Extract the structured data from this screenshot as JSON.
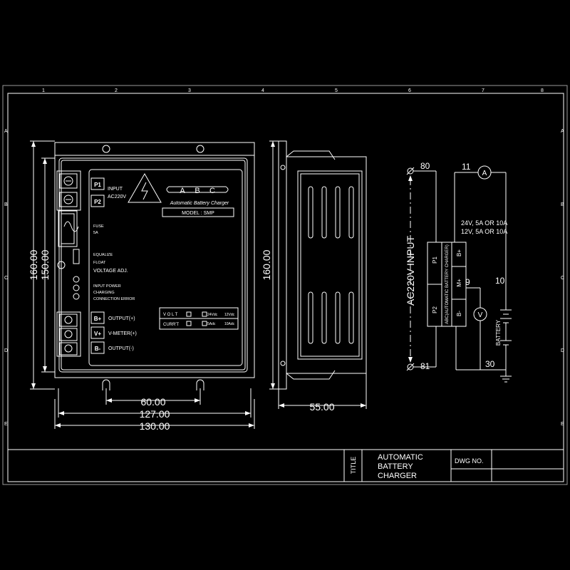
{
  "sheet": {
    "col_markers": [
      "1",
      "2",
      "3",
      "4",
      "5",
      "6",
      "7",
      "8"
    ],
    "row_markers": [
      "A",
      "B",
      "C",
      "D",
      "E"
    ]
  },
  "front_view": {
    "terminals": [
      "P1",
      "P2",
      "B+",
      "V+",
      "B-"
    ],
    "input_label": "INPUT",
    "input_voltage": "AC220V",
    "brand_letters": [
      "A",
      "B",
      "C"
    ],
    "product_name": "Automatic Battery Charger",
    "model": "MODEL : SMP",
    "fuse_label": "FUSE",
    "fuse_value": "5A",
    "equalize": "EQUALIZE",
    "float": "FLOAT",
    "voltage_adj": "VOLTAGE ADJ.",
    "input_power": "INPUT POWER",
    "charging": "CHARGING",
    "connection_error": "CONNECTION ERROR",
    "output_plus": "OUTPUT(+)",
    "vmeter_plus": "V-METER(+)",
    "output_minus": "OUTPUT(-)",
    "volt_label": "V O L T",
    "curr_label": "CURR'T",
    "volt_12": "12Vdc",
    "volt_24": "24Vdc",
    "curr_5": "5Adc",
    "curr_10": "10Adc"
  },
  "dimensions": {
    "height_outer": "160.00",
    "height_inner": "150.00",
    "width_60": "60.00",
    "width_127": "127.00",
    "width_130": "130.00",
    "side_height": "160.00",
    "side_depth": "55.00"
  },
  "schematic": {
    "input_label": "AC220V INPUT",
    "node_80": "80",
    "node_81": "81",
    "node_11": "11",
    "node_9": "9",
    "node_10": "10",
    "node_30": "30",
    "ammeter": "A",
    "voltmeter": "V",
    "rating_24": "24V, 5A OR 10A",
    "rating_12": "12V, 5A OR 10A",
    "module_name": "ABC(AUTOMATIC BATTERY CHARGER)",
    "pin_p1": "P1",
    "pin_p2": "P2",
    "pin_bplus": "B+",
    "pin_mplus": "M+",
    "pin_bminus": "B-",
    "battery": "BATTERY"
  },
  "title_block": {
    "title_tag": "TITLE",
    "title_lines": [
      "AUTOMATIC",
      "BATTERY",
      "CHARGER"
    ],
    "dwg_no_label": "DWG NO."
  }
}
